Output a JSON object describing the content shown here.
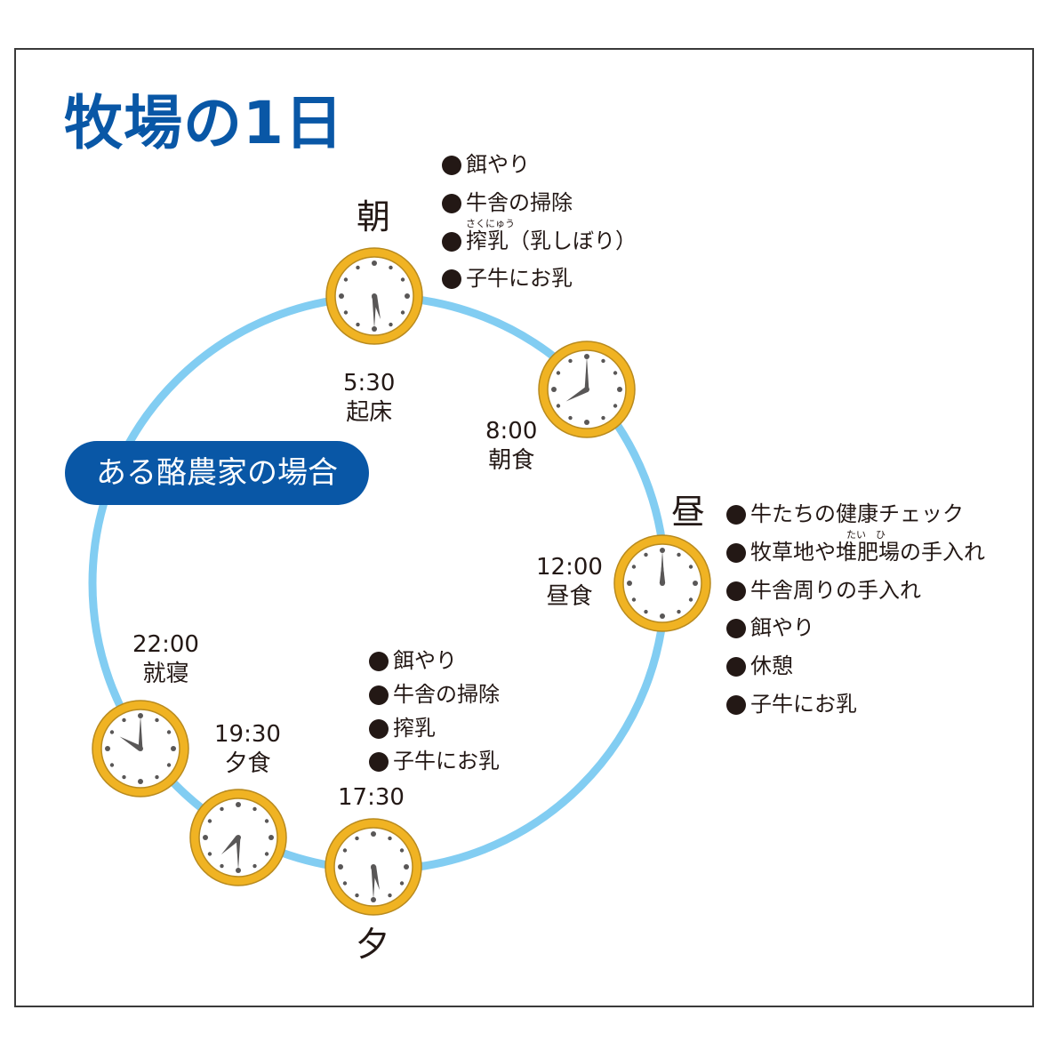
{
  "title": "牧場の1日",
  "badge": "ある酪農家の場合",
  "periods": {
    "morning": "朝",
    "noon": "昼",
    "evening": "夕"
  },
  "events": [
    {
      "time": "5:30",
      "label": "起床",
      "hour": 5,
      "minute": 30
    },
    {
      "time": "8:00",
      "label": "朝食",
      "hour": 8,
      "minute": 0
    },
    {
      "time": "12:00",
      "label": "昼食",
      "hour": 12,
      "minute": 0
    },
    {
      "time": "17:30",
      "label": "",
      "hour": 17,
      "minute": 30
    },
    {
      "time": "19:30",
      "label": "夕食",
      "hour": 19,
      "minute": 30
    },
    {
      "time": "22:00",
      "label": "就寝",
      "hour": 22,
      "minute": 0
    }
  ],
  "tasks": {
    "morning": [
      "餌やり",
      "牛舎の掃除",
      "搾乳（乳しぼり）",
      "子牛にお乳"
    ],
    "noon": [
      "牛たちの健康チェック",
      "牧草地や堆肥場の手入れ",
      "牛舎周りの手入れ",
      "餌やり",
      "休憩",
      "子牛にお乳"
    ],
    "evening": [
      "餌やり",
      "牛舎の掃除",
      "搾乳",
      "子牛にお乳"
    ]
  },
  "ruby": {
    "sakunyuu": "さくにゅう",
    "taihi": "たい　ひ"
  },
  "colors": {
    "title": "#0957a6",
    "badge": "#0957a6",
    "ring": "#82cdf2",
    "clock_rim": "#f0b323",
    "clock_rim_edge": "#b88a1e",
    "clock_face": "#ffffff",
    "hands": "#595757"
  }
}
